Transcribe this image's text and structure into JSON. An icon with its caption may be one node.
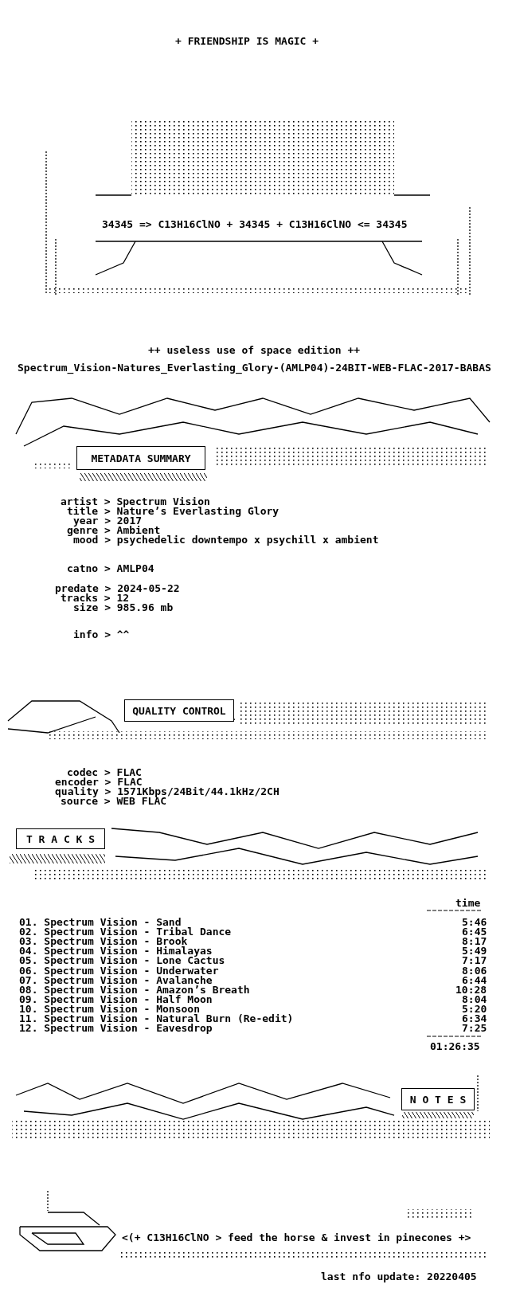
{
  "diagram": {
    "title": "+ FRIENDSHIP IS MAGIC +",
    "nodes": [
      {
        "text": [
          "METADATA SUMMARY"
        ]
      },
      {
        "text": [
          "QUALITY CONTROL"
        ]
      },
      {
        "text": [
          "T R A C K S"
        ]
      },
      {
        "text": [
          "N O T E S"
        ]
      }
    ],
    "labels": [
      "34345 => C13H16ClNO + 34345 + C13H16ClNO <= 34345",
      "++ useless use of space edition ++",
      "Spectrum_Vision-Natures_Everlasting_Glory-(AMLP04)-24BIT-WEB-FLAC-2017-BABAS",
      "artist > Spectrum Vision",
      "title > Nature’s Everlasting Glory",
      "year > 2017",
      "genre > Ambient",
      "mood > psychedelic downtempo x psychill x ambient",
      "catno > AMLP04",
      "predate > 2024-05-22",
      "tracks > 12",
      "size > 985.96 mb",
      "info > ^^",
      "codec > FLAC",
      "encoder > FLAC",
      "quality > 1571Kbps/24Bit/44.1kHz/2CH",
      "source > WEB FLAC",
      "time",
      "01. Spectrum Vision - Sand",
      "5:46",
      "02. Spectrum Vision - Tribal Dance",
      "6:45",
      "03. Spectrum Vision - Brook",
      "8:17",
      "04. Spectrum Vision - Himalayas",
      "5:49",
      "05. Spectrum Vision - Lone Cactus",
      "7:17",
      "06. Spectrum Vision - Underwater",
      "8:06",
      "07. Spectrum Vision - Avalanche",
      "6:44",
      "08. Spectrum Vision - Amazon’s Breath",
      "10:28",
      "09. Spectrum Vision - Half Moon",
      "8:04",
      "10. Spectrum Vision - Monsoon",
      "5:20",
      "11. Spectrum Vision - Natural Burn (Re-edit)",
      "6:34",
      "12. Spectrum Vision - Eavesdrop",
      "7:25",
      "01:26:35",
      "<(+ C13H16ClNO > feed the horse & invest in pinecones +>",
      "last nfo update: 20220405"
    ]
  }
}
